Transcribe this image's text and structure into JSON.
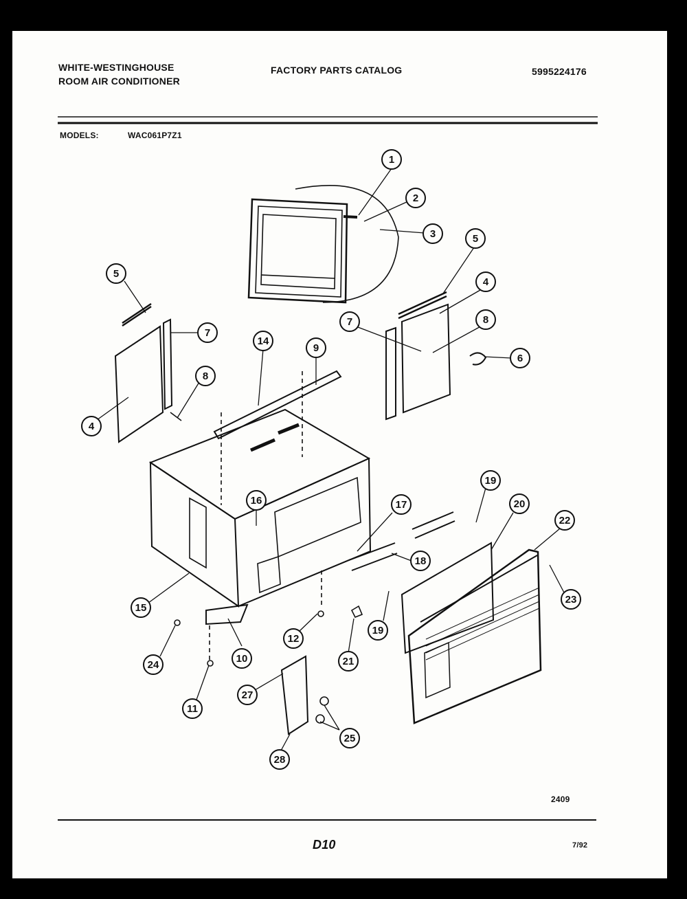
{
  "header": {
    "brand_line1": "WHITE-WESTINGHOUSE",
    "brand_line2": "ROOM AIR CONDITIONER",
    "catalog_title": "FACTORY PARTS CATALOG",
    "catalog_number": "5995224176",
    "models_label": "MODELS:",
    "model_value": "WAC061P7Z1"
  },
  "footer": {
    "drawing_number": "2409",
    "page_id": "D10",
    "date": "7/92"
  },
  "callouts": [
    "1",
    "2",
    "3",
    "5",
    "4",
    "8",
    "6",
    "7",
    "5",
    "7",
    "4",
    "8",
    "14",
    "9",
    "16",
    "17",
    "19",
    "20",
    "22",
    "18",
    "15",
    "23",
    "19",
    "12",
    "21",
    "24",
    "10",
    "27",
    "25",
    "11",
    "28"
  ]
}
